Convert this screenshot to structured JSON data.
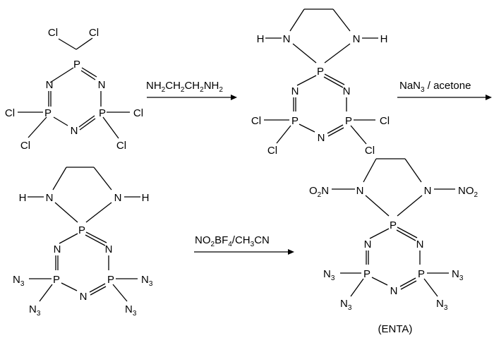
{
  "reagents": {
    "step1": {
      "parts": [
        {
          "t": "NH"
        },
        {
          "t": "2",
          "sub": true
        },
        {
          "t": "CH"
        },
        {
          "t": "2",
          "sub": true
        },
        {
          "t": "CH"
        },
        {
          "t": "2",
          "sub": true
        },
        {
          "t": "NH"
        },
        {
          "t": "2",
          "sub": true
        }
      ]
    },
    "step2": {
      "parts": [
        {
          "t": "NaN"
        },
        {
          "t": "3",
          "sub": true
        },
        {
          "t": " / acetone"
        }
      ]
    },
    "step3": {
      "parts": [
        {
          "t": "NO"
        },
        {
          "t": "2",
          "sub": true
        },
        {
          "t": "BF"
        },
        {
          "t": "4",
          "sub": true
        },
        {
          "t": "/CH"
        },
        {
          "t": "3",
          "sub": true
        },
        {
          "t": "CN"
        }
      ]
    }
  },
  "product_label": "(ENTA)",
  "atom_labels": {
    "P": "P",
    "N": "N",
    "Cl": "Cl",
    "H": "H",
    "N3": {
      "parts": [
        {
          "t": "N"
        },
        {
          "t": "3",
          "sub": true
        }
      ]
    },
    "O2N": {
      "parts": [
        {
          "t": "O"
        },
        {
          "t": "2",
          "sub": true
        },
        {
          "t": "N"
        }
      ]
    },
    "NO2": {
      "parts": [
        {
          "t": "NO"
        },
        {
          "t": "2",
          "sub": true
        }
      ]
    }
  }
}
